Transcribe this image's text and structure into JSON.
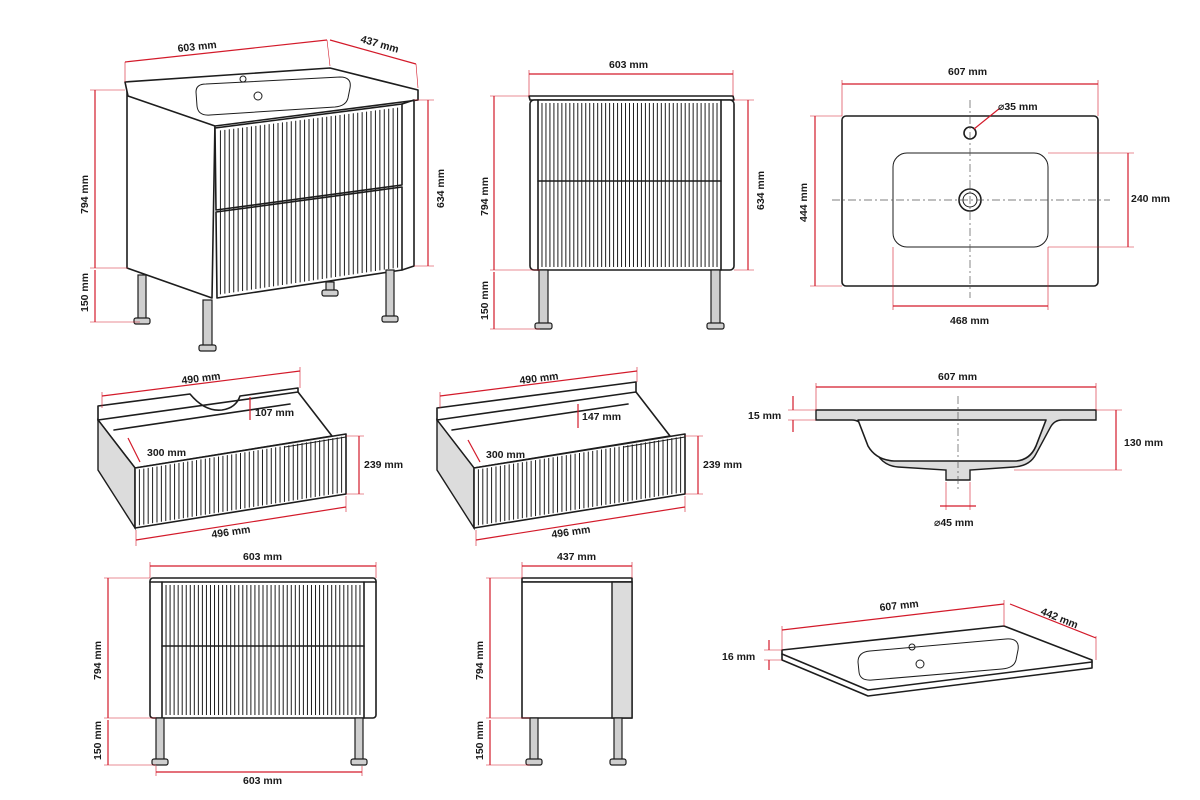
{
  "dimension_labels": {
    "v1_width": "603 mm",
    "v1_depth": "437 mm",
    "v1_height": "794 mm",
    "v1_legs": "150 mm",
    "v1_drawers": "634 mm",
    "v2_width": "603 mm",
    "v2_height": "794 mm",
    "v2_drawers": "634 mm",
    "v2_legs": "150 mm",
    "v3_width": "607 mm",
    "v3_tap_hole": "⌀35 mm",
    "v3_depth": "444 mm",
    "v3_bowl_depth": "240 mm",
    "v3_bowl_width": "468 mm",
    "v4_width": "490 mm",
    "v4_cutout": "107 mm",
    "v4_depth": "300 mm",
    "v4_height": "239 mm",
    "v4_front": "496 mm",
    "v5_width": "490 mm",
    "v5_inner": "147 mm",
    "v5_depth": "300 mm",
    "v5_height": "239 mm",
    "v5_front": "496 mm",
    "v6_width": "607 mm",
    "v6_rim": "15 mm",
    "v6_bowl": "130 mm",
    "v6_drain": "⌀45 mm",
    "v7_width": "603 mm",
    "v7_height": "794 mm",
    "v7_legs": "150 mm",
    "v7_base": "603 mm",
    "v8_depth": "437 mm",
    "v8_height": "794 mm",
    "v8_legs": "150 mm",
    "v9_width": "607 mm",
    "v9_depth": "442 mm",
    "v9_thickness": "16 mm"
  },
  "colors": {
    "dimension": "#d31a2a",
    "outline": "#1d1d1d",
    "label": "#1a1a1a"
  }
}
